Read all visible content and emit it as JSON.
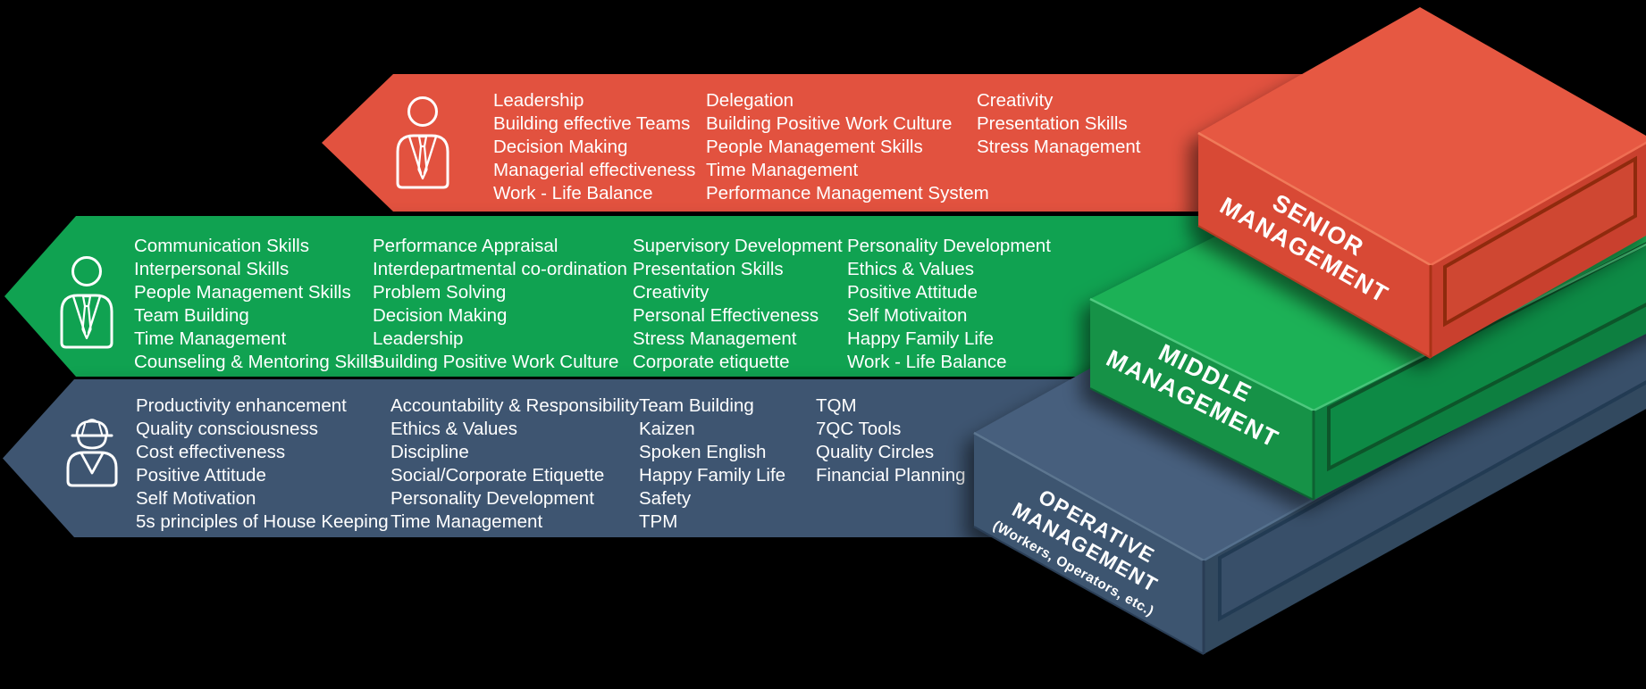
{
  "background": "#000000",
  "banners": [
    {
      "name": "senior-management-banner",
      "color": "#e2523f",
      "icon": "businessman-icon",
      "columns": [
        {
          "items": [
            "Leadership",
            "Building effective Teams",
            "Decision Making",
            "Managerial effectiveness",
            "Work - Life Balance"
          ]
        },
        {
          "items": [
            "Delegation",
            "Building Positive Work Culture",
            "People Management Skills",
            "Time Management",
            "Performance Management System"
          ]
        },
        {
          "items": [
            "Creativity",
            "Presentation Skills",
            "Stress Management"
          ]
        }
      ]
    },
    {
      "name": "middle-management-banner",
      "color": "#10a251",
      "icon": "businessman-icon",
      "columns": [
        {
          "items": [
            "Communication Skills",
            "Interpersonal Skills",
            "People Management Skills",
            "Team Building",
            "Time Management",
            "Counseling & Mentoring Skills"
          ]
        },
        {
          "items": [
            "Performance Appraisal",
            "Interdepartmental co-ordination",
            "Problem Solving",
            "Decision Making",
            "Leadership",
            "Building Positive Work Culture"
          ]
        },
        {
          "items": [
            "Supervisory Development",
            "Presentation Skills",
            "Creativity",
            "Personal Effectiveness",
            "Stress Management",
            "Corporate etiquette"
          ]
        },
        {
          "items": [
            "Personality Development",
            "Ethics & Values",
            "Positive Attitude",
            "Self Motivaiton",
            "Happy Family Life",
            "Work - Life Balance"
          ]
        }
      ]
    },
    {
      "name": "operative-management-banner",
      "color": "#3e5571",
      "icon": "worker-icon",
      "columns": [
        {
          "items": [
            "Productivity enhancement",
            "Quality consciousness",
            "Cost effectiveness",
            "Positive Attitude",
            "Self Motivation",
            "5s principles of House Keeping"
          ]
        },
        {
          "items": [
            "Accountability & Responsibility",
            "Ethics & Values",
            "Discipline",
            "Social/Corporate Etiquette",
            "Personality Development",
            "Time Management"
          ]
        },
        {
          "items": [
            "Team Building",
            "Kaizen",
            "Spoken English",
            "Happy Family Life",
            "Safety",
            "TPM"
          ]
        },
        {
          "items": [
            "TQM",
            "7QC Tools",
            "Quality Circles",
            "Financial Planning"
          ]
        }
      ]
    }
  ],
  "boxes": [
    {
      "name": "senior-management-box",
      "label_lines": [
        "SENIOR",
        "MANAGEMENT"
      ],
      "colors": {
        "top": "#e65843",
        "left": "#d84a36",
        "right": "#c9412e",
        "panel": "#cf4733",
        "trim": "#8f2a10",
        "edge_light": "#f07a5a",
        "edge_dark": "#a93017"
      }
    },
    {
      "name": "middle-management-box",
      "label_lines": [
        "MIDDLE",
        "MANAGEMENT"
      ],
      "colors": {
        "top": "#1db157",
        "left": "#139247",
        "right": "#0f7f3f",
        "panel": "#118a44",
        "trim": "#07542a",
        "edge_light": "#4fc97f",
        "edge_dark": "#0a6232"
      }
    },
    {
      "name": "operative-management-box",
      "label_lines": [
        "OPERATIVE",
        "MANAGEMENT",
        "(Workers, Operators, etc.)"
      ],
      "colors": {
        "top": "#465f7d",
        "left": "#3c546f",
        "right": "#31485f",
        "panel": "#394f69",
        "trim": "#243a53",
        "edge_light": "#5d7690",
        "edge_dark": "#2a3e55"
      }
    }
  ]
}
